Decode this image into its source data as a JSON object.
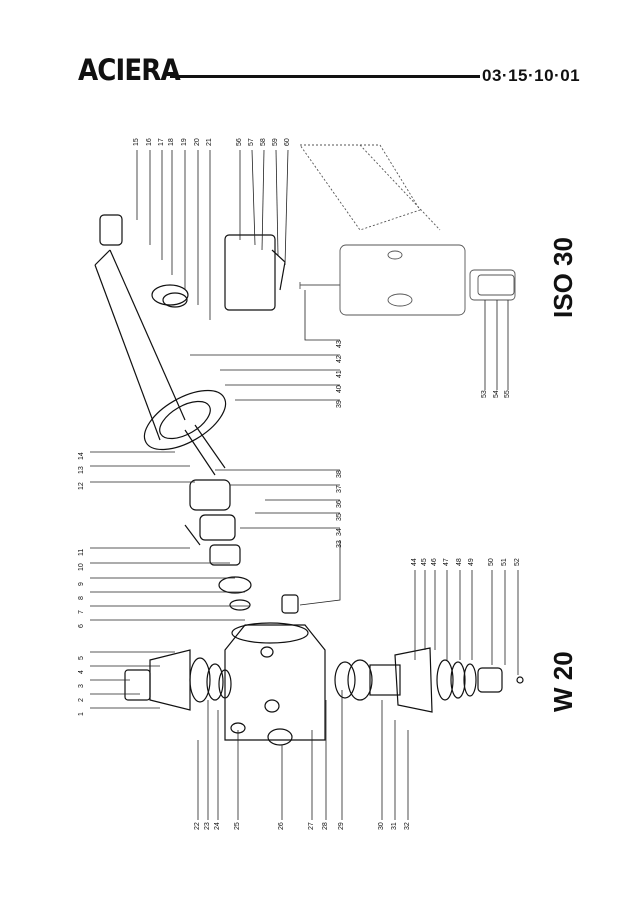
{
  "header": {
    "brand": "ACIERA",
    "doc_number": "03·15·10·01"
  },
  "models": {
    "iso": "ISO 30",
    "w20": "W 20"
  },
  "callouts": {
    "left": [
      "1",
      "2",
      "3",
      "4",
      "5",
      "6",
      "7",
      "8",
      "9",
      "10",
      "11",
      "12",
      "13",
      "14"
    ],
    "top": [
      "15",
      "16",
      "17",
      "18",
      "19",
      "20",
      "21",
      "56",
      "57",
      "58",
      "59",
      "60"
    ],
    "mid": [
      "33",
      "34",
      "35",
      "36",
      "37",
      "38",
      "39",
      "40",
      "41",
      "42",
      "43"
    ],
    "right_upper": [
      "53",
      "54",
      "55"
    ],
    "right_lower": [
      "44",
      "45",
      "46",
      "47",
      "48",
      "49",
      "50",
      "51",
      "52"
    ],
    "bottom": [
      "22",
      "23",
      "24",
      "25",
      "26",
      "27",
      "28",
      "29",
      "30",
      "31",
      "32"
    ]
  }
}
